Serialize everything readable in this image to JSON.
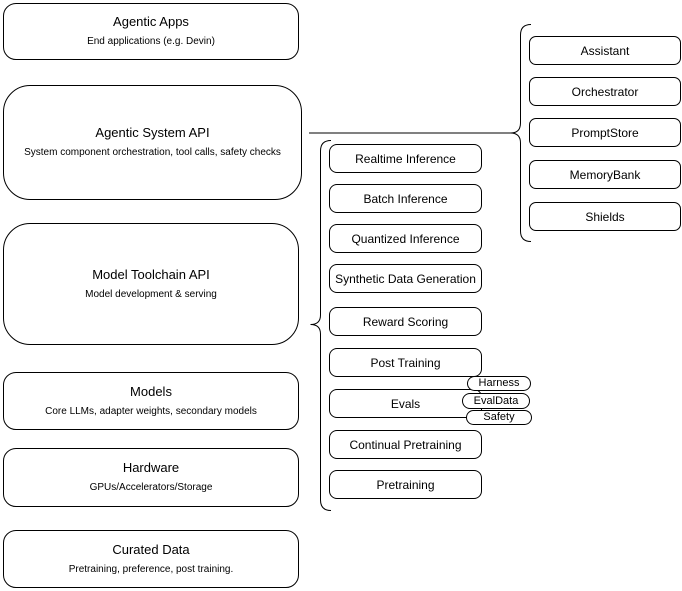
{
  "diagram": {
    "left_stack": [
      {
        "title": "Agentic Apps",
        "subtitle": "End applications (e.g. Devin)"
      },
      {
        "title": "Agentic System API",
        "subtitle": "System component orchestration, tool calls, safety checks"
      },
      {
        "title": "Model Toolchain API",
        "subtitle": "Model development & serving"
      },
      {
        "title": "Models",
        "subtitle": "Core LLMs, adapter weights, secondary models"
      },
      {
        "title": "Hardware",
        "subtitle": "GPUs/Accelerators/Storage"
      },
      {
        "title": "Curated Data",
        "subtitle": "Pretraining, preference, post training."
      }
    ],
    "toolchain_items": [
      "Realtime Inference",
      "Batch Inference",
      "Quantized Inference",
      "Synthetic Data Generation",
      "Reward Scoring",
      "Post Training",
      "Evals",
      "Continual Pretraining",
      "Pretraining"
    ],
    "evals_tags": [
      "Harness",
      "EvalData",
      "Safety"
    ],
    "system_components": [
      "Assistant",
      "Orchestrator",
      "PromptStore",
      "MemoryBank",
      "Shields"
    ],
    "colors": {
      "stroke": "#000000",
      "fill": "#ffffff",
      "background": "#ffffff",
      "text": "#000000"
    }
  }
}
